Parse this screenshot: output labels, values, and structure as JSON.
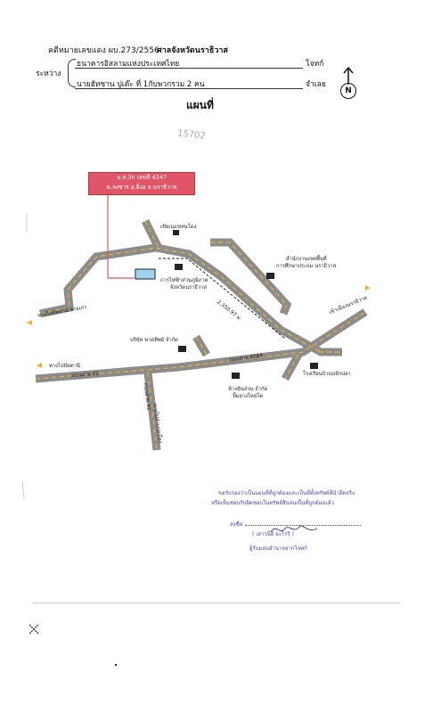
{
  "header": {
    "case_number": "คดีหมายเลขแดง ผบ.273/2556",
    "court": "ศาลจังหวัดนราธิวาส",
    "between_label": "ระหว่าง",
    "plaintiff": "ธนาคารอิสลามแห่งประเทศไทย",
    "plaintiff_role": "โจทก์",
    "defendant": "นายฮัทซาน   ปูเต๊ะ ที่ 1กับพวกรวม 2 คน",
    "defendant_role": "จำเลย",
    "title": "แผนที่",
    "north": "N"
  },
  "stamp_number": "15702",
  "map": {
    "property_box": {
      "line1": "น.ส.3ก เลขที่ 4247",
      "line2": "ต.ลงซาร อ.ยี่งอ จ.นราธิวาส"
    },
    "labels": {
      "mosque": "เขียเนแชทนโดง",
      "electricity": "การไฟฟ้าส่วนภูมิภาค",
      "electricity2": "จังหวัดนราธิวาส",
      "edu_office": "สำนักงานเขตพื้นที่",
      "edu_office2": "การศึกษาประถม นราธิวาส",
      "distance": "2,350.97 ม.",
      "to_naradhiwat": "เข้าเมืองนราธิวาส",
      "to_pattani_left": "ทางไปปัตตานี สายเก่า",
      "company": "บริษัท หาดทิพย์ จำกัด",
      "road_4084": "ถนนสาย 4084",
      "school": "โรงเรียนบ้านปลักปลา",
      "store": "ห้างหุ้นส่วน จำกัด",
      "store2": "ปั้มยางไทยโต",
      "to_pattani": "ทางไปปัตตานี",
      "road_42": "ถนนสาย 42",
      "road_42v": "ถนนสาย 42",
      "to_sungai": "ทางไปอำเภอเมือง"
    }
  },
  "certification": {
    "line1": "ขอรับรองว่าเป็นแผนที่ที่ถูกต้องและเป็นที่ตั้งทรัพย์ที่นำยึดจริง",
    "line2": "หรือเห็นชอบรับผิดชอบในทรัพย์สินจนเป็นที่ถูกต้องแล้ว",
    "sign_label": "ลงชื่อ",
    "signer": "( เสาวนีย์  อะไรวิ )",
    "role": "ผู้รับมอบอำนาจจากโจทก์"
  },
  "colors": {
    "road": "#8c8c8c",
    "road_dash": "#f0b030",
    "property_box": "#e05567",
    "parcel": "#9fd3ee",
    "cert_ink": "#4b3aa0"
  }
}
